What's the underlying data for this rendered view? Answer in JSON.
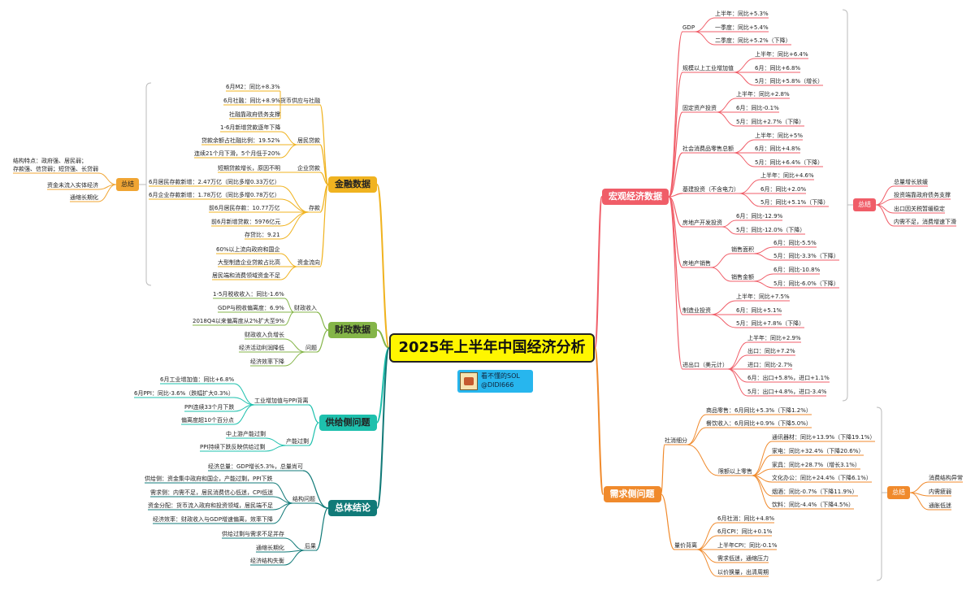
{
  "root": {
    "title": "2025年上半年中国经济分析"
  },
  "author": {
    "name": "看不懂的SOL",
    "handle": "@DIDI666"
  },
  "left": {
    "finance": {
      "title": "金融数据",
      "groups": [
        {
          "label": "货币供应与社融",
          "items": [
            "6月M2：同比+8.3%",
            "6月社融：同比+8.9%",
            "社融靠政府债务支撑"
          ]
        },
        {
          "label": "居民贷款",
          "items": [
            "1-6月新增贷款逐年下降",
            "贷款余额占社融比例：19.52%",
            "连续21个月下滑，5个月低于20%"
          ]
        },
        {
          "label": "企业贷款",
          "items": [
            "短期贷款增长，原因不明"
          ]
        },
        {
          "label": "存款",
          "items": [
            "6月居民存款新增：2.47万亿（同比多增0.33万亿）",
            "6月企业存款新增：1.78万亿（同比多增0.78万亿）",
            "前6月居民存款：10.77万亿",
            "前6月新增贷款：5976亿元",
            "存贷比：9.21"
          ]
        },
        {
          "label": "资金流向",
          "items": [
            "60%以上流向政府和国企",
            "大型制造企业贷款占比高",
            "居民端和消费领域资金不足"
          ]
        }
      ],
      "summary": {
        "label": "总结",
        "items": [
          "结构特点：政府强、居民弱；\n存款强、信贷弱；短贷强、长贷弱",
          "资金未流入实体经济",
          "通缩长期化"
        ]
      }
    },
    "fiscal": {
      "title": "财政数据",
      "groups": [
        {
          "label": "财政收入",
          "items": [
            "1-5月税收收入：同比-1.6%",
            "GDP与税收偏离度：6.9%",
            "2018Q4以来偏离度从2%扩大至9%"
          ]
        },
        {
          "label": "问题",
          "items": [
            "财政收入负增长",
            "经济活动利润降低",
            "经济效率下降"
          ]
        }
      ]
    },
    "supply": {
      "title": "供给侧问题",
      "groups": [
        {
          "label": "工业增加值与PPI背离",
          "items": [
            "6月工业增加值：同比+6.8%",
            "6月PPI：同比-3.6%（跌幅扩大0.3%）",
            "PPI连续33个月下跌",
            "偏离度超10个百分点"
          ]
        },
        {
          "label": "产能过剩",
          "items": [
            "中上游产能过剩",
            "PPI持续下跌反映供给过剩"
          ]
        }
      ]
    },
    "conclusion": {
      "title": "总体结论",
      "groups": [
        {
          "label": "经济总量：GDP增长5.3%，总量尚可",
          "items": []
        },
        {
          "label": "结构问题",
          "items": [
            "供给侧：资金集中政府和国企，产能过剩，PPI下跌",
            "需求侧：内需不足，居民消费信心低迷，CPI低迷",
            "资金分配：货币流入政府和投资领域，居民端不足",
            "经济效率：财政收入与GDP增速偏离，效率下降"
          ]
        },
        {
          "label": "后果",
          "items": [
            "供给过剩与需求不足并存",
            "通缩长期化",
            "经济结构失衡"
          ]
        }
      ]
    }
  },
  "right": {
    "macro": {
      "title": "宏观经济数据",
      "groups": [
        {
          "label": "GDP",
          "items": [
            "上半年：同比+5.3%",
            "一季度：同比+5.4%",
            "二季度：同比+5.2%（下降）"
          ]
        },
        {
          "label": "规模以上工业增加值",
          "items": [
            "上半年：同比+6.4%",
            "6月：同比+6.8%",
            "5月：同比+5.8%（增长）"
          ]
        },
        {
          "label": "固定资产投资",
          "items": [
            "上半年：同比+2.8%",
            "6月：同比-0.1%",
            "5月：同比+2.7%（下降）"
          ]
        },
        {
          "label": "社会消费品零售总额",
          "items": [
            "上半年：同比+5%",
            "6月：同比+4.8%",
            "5月：同比+6.4%（下降）"
          ]
        },
        {
          "label": "基建投资（不含电力）",
          "items": [
            "上半年：同比+4.6%",
            "6月：同比+2.0%",
            "5月：同比+5.1%（下降）"
          ]
        },
        {
          "label": "房地产开发投资",
          "items": [
            "6月：同比-12.9%",
            "5月：同比-12.0%（下降）"
          ]
        },
        {
          "label": "房地产销售",
          "sub": [
            {
              "label": "销售面积",
              "items": [
                "6月：同比-5.5%",
                "5月：同比-3.3%（下降）"
              ]
            },
            {
              "label": "销售金额",
              "items": [
                "6月：同比-10.8%",
                "5月：同比-6.0%（下降）"
              ]
            }
          ]
        },
        {
          "label": "制造业投资",
          "items": [
            "上半年：同比+7.5%",
            "6月：同比+5.1%",
            "5月：同比+7.8%（下降）"
          ]
        },
        {
          "label": "进出口（美元计）",
          "items": [
            "上半年：同比+2.9%",
            "出口：同比+7.2%",
            "进口：同比-2.7%",
            "6月：出口+5.8%，进口+1.1%",
            "5月：出口+4.8%，进口-3.4%"
          ]
        }
      ],
      "summary": {
        "label": "总结",
        "items": [
          "总量增长放缓",
          "投资端靠政府债务支撑",
          "出口因关税暂缓稳定",
          "内需不足，消费增速下滑"
        ]
      }
    },
    "demand": {
      "title": "需求侧问题",
      "groups": [
        {
          "label": "社消细分",
          "direct": [
            "商品零售：6月同比+5.3%（下降1.2%）",
            "餐饮收入：6月同比+0.9%（下降5.0%）"
          ],
          "sub": [
            {
              "label": "限额以上零售",
              "items": [
                "通讯器材：同比+13.9%（下降19.1%）",
                "家电：同比+32.4%（下降20.6%）",
                "家具：同比+28.7%（增长3.1%）",
                "文化办公：同比+24.4%（下降6.1%）",
                "烟酒：同比-0.7%（下降11.9%）",
                "饮料：同比-4.4%（下降4.5%）"
              ]
            }
          ]
        },
        {
          "label": "量价背离",
          "items": [
            "6月社消：同比+4.8%",
            "6月CPI：同比+0.1%",
            "上半年CPI：同比-0.1%",
            "需求低迷，通缩压力",
            "以价换量，出清周期"
          ]
        }
      ],
      "summary": {
        "label": "总结",
        "items": [
          "消费结构异常",
          "内需疲弱",
          "通胀低迷"
        ]
      }
    }
  },
  "colors": {
    "finance": "#f0b320",
    "fiscal": "#84b548",
    "supply": "#1ec0ad",
    "conclusion": "#117a78",
    "macro": "#f05d68",
    "demand": "#f08a2c",
    "summary": "#f0a533",
    "summary_pink": "#f05d68",
    "summary_orange": "#f08a2c",
    "bracket": "#bbbbbb"
  }
}
